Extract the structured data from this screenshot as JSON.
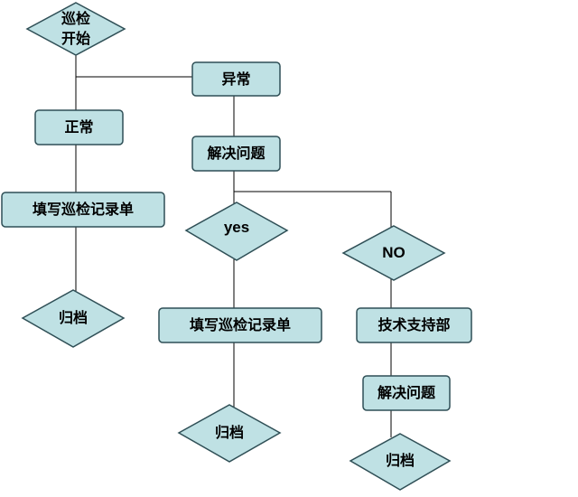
{
  "colors": {
    "fill": "#bfe1e4",
    "stroke": "#2f4f56",
    "line": "#000000"
  },
  "nodes": {
    "start": {
      "label": "巡检\n开始"
    },
    "abnormal": {
      "label": "异常"
    },
    "normal": {
      "label": "正常"
    },
    "solve1": {
      "label": "解决问题"
    },
    "fill_left": {
      "label": "填写巡检记录单"
    },
    "yes": {
      "label": "yes"
    },
    "no": {
      "label": "NO"
    },
    "archive_left": {
      "label": "归档"
    },
    "fill_mid": {
      "label": "填写巡检记录单"
    },
    "tech": {
      "label": "技术支持部"
    },
    "solve2": {
      "label": "解决问题"
    },
    "archive_mid": {
      "label": "归档"
    },
    "archive_right": {
      "label": "归档"
    }
  }
}
